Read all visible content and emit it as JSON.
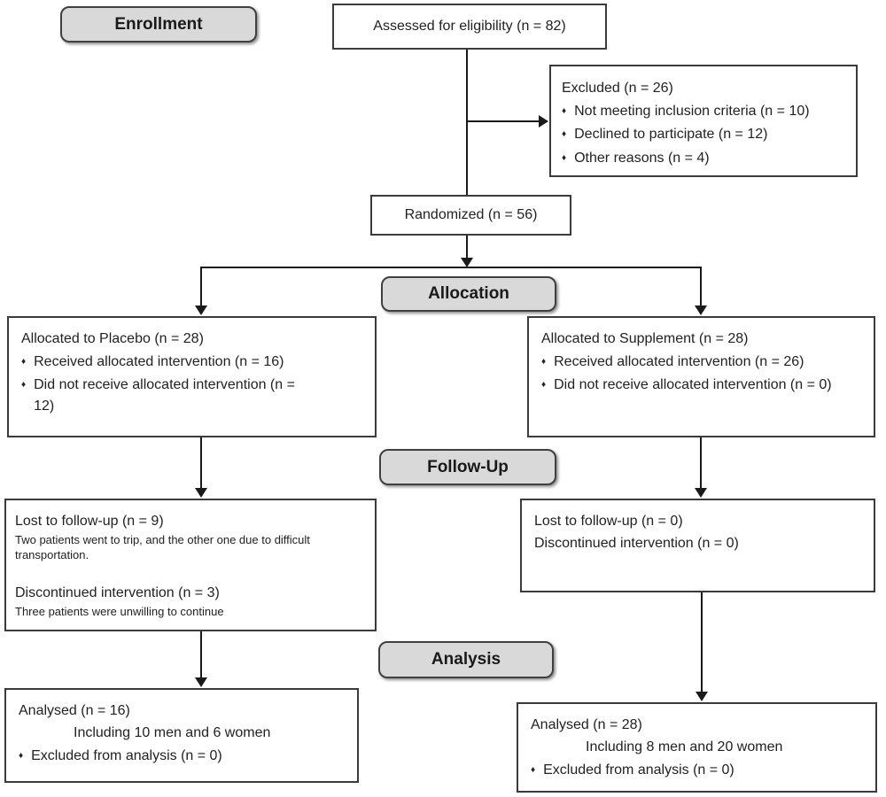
{
  "diagram": {
    "type": "CONSORT participant flow diagram",
    "bullet_glyph": "♦",
    "stage_labels": {
      "enrollment": "Enrollment",
      "allocation": "Allocation",
      "followup": "Follow-Up",
      "analysis": "Analysis"
    },
    "boxes": {
      "assessed": {
        "text": "Assessed for eligibility (n = 82)"
      },
      "excluded": {
        "title": "Excluded (n = 26)",
        "bullets": [
          "Not meeting inclusion criteria (n = 10)",
          "Declined to participate (n = 12)",
          "Other reasons (n = 4)"
        ]
      },
      "randomized": {
        "text": "Randomized (n = 56)"
      },
      "allocation_left": {
        "title": "Allocated to Placebo (n = 28)",
        "bullets": [
          "Received allocated intervention (n = 16)",
          "Did not receive allocated intervention (n =\n12)"
        ]
      },
      "allocation_right": {
        "title": "Allocated to Supplement (n = 28)",
        "bullets": [
          "Received allocated intervention (n = 26)",
          "Did not receive allocated intervention (n = 0)"
        ]
      },
      "followup_left": {
        "line1": "Lost to follow-up (n = 9)",
        "note1": "Two patients went to trip, and the other one due to difficult transportation.",
        "line2": "Discontinued intervention (n = 3)",
        "note2": "Three patients were unwilling to continue"
      },
      "followup_right": {
        "line1": "Lost to follow-up (n = 0)",
        "line2": "Discontinued intervention (n = 0)"
      },
      "analysis_left": {
        "title": "Analysed (n = 16)",
        "subtitle": "Including 10 men and 6 women",
        "bullets": [
          "Excluded from analysis (n = 0)"
        ]
      },
      "analysis_right": {
        "title": "Analysed (n = 28)",
        "subtitle": "Including 8 men and 20 women",
        "bullets": [
          "Excluded from analysis (n = 0)"
        ]
      }
    },
    "colors": {
      "stage_label_fill": "#d9d9d9",
      "stage_label_border": "#404040",
      "box_border": "#3b3b3b",
      "line_color": "#1a1a1a",
      "background": "#ffffff",
      "text": "#222222"
    }
  }
}
